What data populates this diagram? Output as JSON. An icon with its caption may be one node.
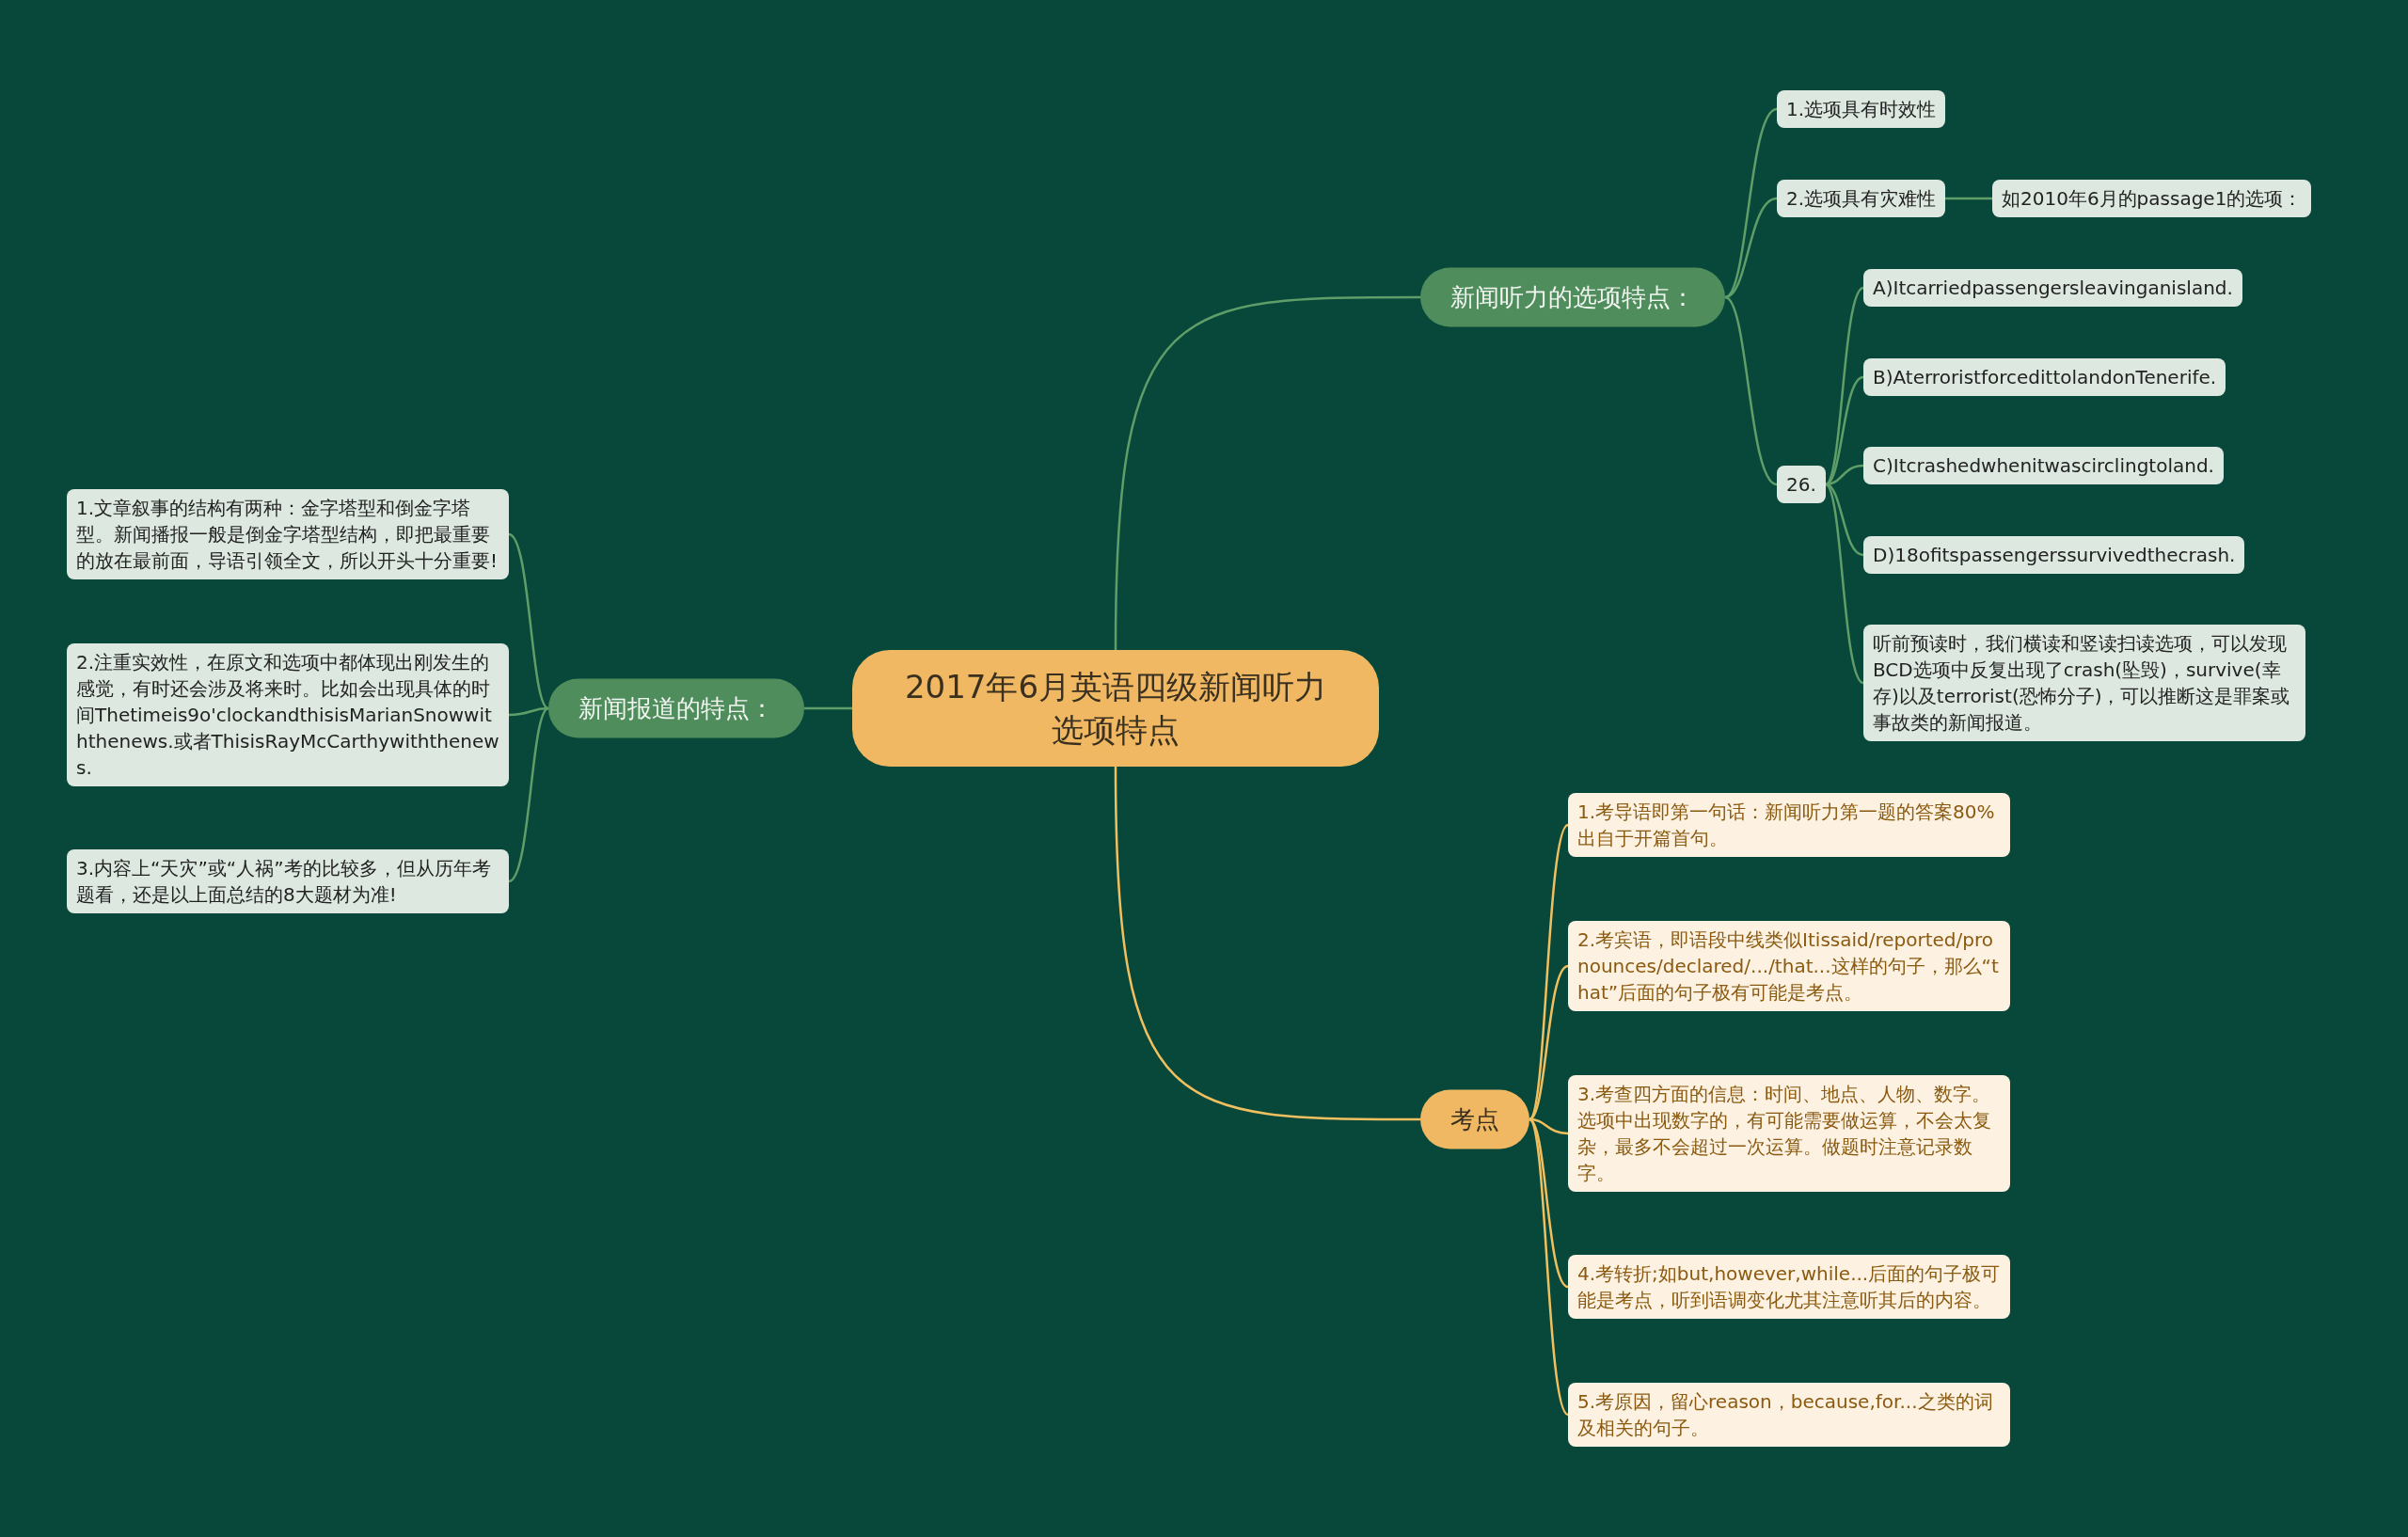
{
  "diagram": {
    "nodes": [
      {
        "text": [
          "2017年6月英语四级新闻听力选项特点"
        ]
      },
      {
        "text": [
          "新闻听力的选项特点："
        ]
      },
      {
        "text": [
          "1.选项具有时效性"
        ]
      },
      {
        "text": [
          "2.选项具有灾难性"
        ]
      },
      {
        "text": [
          "如2010年6月的passage1的选项："
        ]
      },
      {
        "text": [
          "26."
        ]
      },
      {
        "text": [
          "A)Itcarriedpassengersleavinganisland."
        ]
      },
      {
        "text": [
          "B)AterroristforcedittolandonTenerife."
        ]
      },
      {
        "text": [
          "C)Itcrashedwhenitwascirclingtoland."
        ]
      },
      {
        "text": [
          "D)18ofitspassengerssurvivedthecrash."
        ]
      },
      {
        "text": [
          "听前预读时，我们横读和竖读扫读选项，可以发现BCD选项中反复出现了crash(坠毁)，survive(幸存)以及terrorist(恐怖分子)，可以推断这是罪案或事故类的新闻报道。"
        ]
      },
      {
        "text": [
          "考点"
        ]
      },
      {
        "text": [
          "1.考导语即第一句话：新闻听力第一题的答案80%出自于开篇首句。"
        ]
      },
      {
        "text": [
          "2.考宾语，即语段中线类似Itissaid/reported/pronounces/declared/.../that...这样的句子，那么“that”后面的句子极有可能是考点。"
        ]
      },
      {
        "text": [
          "3.考查四方面的信息：时间、地点、人物、数字。选项中出现数字的，有可能需要做运算，不会太复杂，最多不会超过一次运算。做题时注意记录数字。"
        ]
      },
      {
        "text": [
          "4.考转折;如but,however,while...后面的句子极可能是考点，听到语调变化尤其注意听其后的内容。"
        ]
      },
      {
        "text": [
          "5.考原因，留心reason，because,for...之类的词及相关的句子。"
        ]
      },
      {
        "text": [
          "新闻报道的特点："
        ]
      },
      {
        "text": [
          "1.文章叙事的结构有两种：金字塔型和倒金字塔型。新闻播报一般是倒金字塔型结构，即把最重要的放在最前面，导语引领全文，所以开头十分重要!"
        ]
      },
      {
        "text": [
          "2.注重实效性，在原文和选项中都体现出刚发生的感觉，有时还会涉及将来时。比如会出现具体的时间Thetimeis9o'clockandthisisMarianSnowwiththenews.或者ThisisRayMcCarthywiththenews."
        ]
      },
      {
        "text": [
          "3.内容上“天灾”或“人祸”考的比较多，但从历年考题看，还是以上面总结的8大题材为准!"
        ]
      }
    ],
    "edges": [
      {
        "from": 0,
        "to": 1,
        "arrow": "none"
      },
      {
        "from": 1,
        "to": 2,
        "arrow": "none"
      },
      {
        "from": 1,
        "to": 3,
        "arrow": "none"
      },
      {
        "from": 3,
        "to": 4,
        "arrow": "none"
      },
      {
        "from": 1,
        "to": 5,
        "arrow": "none"
      },
      {
        "from": 5,
        "to": 6,
        "arrow": "none"
      },
      {
        "from": 5,
        "to": 7,
        "arrow": "none"
      },
      {
        "from": 5,
        "to": 8,
        "arrow": "none"
      },
      {
        "from": 5,
        "to": 9,
        "arrow": "none"
      },
      {
        "from": 5,
        "to": 10,
        "arrow": "none"
      },
      {
        "from": 0,
        "to": 11,
        "arrow": "none",
        "color": "#f0c060"
      },
      {
        "from": 11,
        "to": 12,
        "arrow": "none",
        "color": "#f0c060"
      },
      {
        "from": 11,
        "to": 13,
        "arrow": "none",
        "color": "#f0c060"
      },
      {
        "from": 11,
        "to": 14,
        "arrow": "none",
        "color": "#f0c060"
      },
      {
        "from": 11,
        "to": 15,
        "arrow": "none",
        "color": "#f0c060"
      },
      {
        "from": 11,
        "to": 16,
        "arrow": "none",
        "color": "#f0c060"
      },
      {
        "from": 0,
        "to": 17,
        "arrow": "none"
      },
      {
        "from": 17,
        "to": 18,
        "arrow": "none"
      },
      {
        "from": 17,
        "to": 19,
        "arrow": "none"
      },
      {
        "from": 17,
        "to": 20,
        "arrow": "none"
      }
    ]
  }
}
